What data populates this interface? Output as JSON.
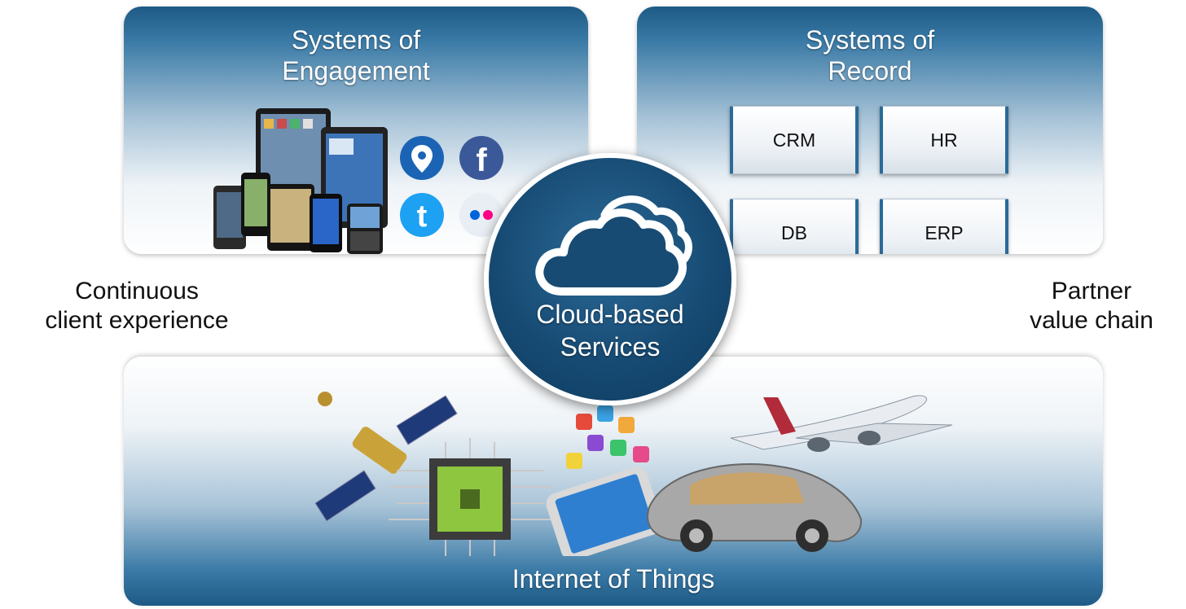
{
  "systems_of_engagement": {
    "title_line1": "Systems of",
    "title_line2": "Engagement"
  },
  "systems_of_record": {
    "title_line1": "Systems of",
    "title_line2": "Record",
    "boxes": [
      "CRM",
      "HR",
      "DB",
      "ERP"
    ]
  },
  "cloud": {
    "title_line1": "Cloud-based",
    "title_line2": "Services"
  },
  "left_label": {
    "line1": "Continuous",
    "line2": "client experience"
  },
  "right_label": {
    "line1": "Partner",
    "line2": "value chain"
  },
  "iot": {
    "title": "Internet of Things"
  },
  "icons": {
    "engagement": [
      "tablet-icon",
      "smartphone-icon",
      "location-pin-icon",
      "facebook-icon",
      "twitter-icon",
      "flickr-icon"
    ],
    "iot": [
      "satellite-icon",
      "microchip-icon",
      "smartphone-apps-icon",
      "car-icon",
      "airplane-icon"
    ],
    "cloud": "cloud-icon"
  },
  "colors": {
    "accent": "#174b74",
    "panel_dark": "#1e5a86",
    "facebook": "#3b5998",
    "twitter": "#1da1f2",
    "location": "#1b64b5"
  }
}
